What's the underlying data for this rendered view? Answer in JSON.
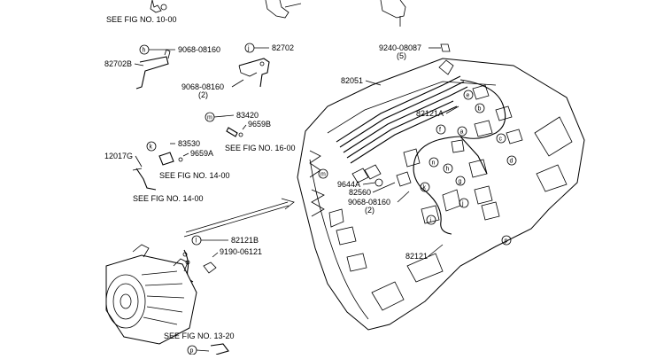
{
  "diagram": {
    "part_labels": {
      "p82702B": "82702B",
      "p9068a": "9068-08160",
      "p82702": "82702",
      "p9068b": "9068-08160",
      "p9068b_q": "(2)",
      "p83420": "83420",
      "p9659B": "9659B",
      "p83530": "83530",
      "p9659A": "9659A",
      "p12017G": "12017G",
      "p82121B": "82121B",
      "p9190": "9190-06121",
      "p9240": "9240-08087",
      "p9240_q": "(5)",
      "p82051": "82051",
      "p82121A": "82121A",
      "p9644A": "9644A",
      "p82560": "82560",
      "p9068c": "9068-08160",
      "p9068c_q": "(2)",
      "p82121": "82121"
    },
    "references": {
      "fig10": "SEE FIG NO. 10-00",
      "fig16": "SEE FIG NO. 16-00",
      "fig14a": "SEE FIG NO. 14-00",
      "fig14b": "SEE FIG NO. 14-00",
      "fig13": "SEE FIG NO.  13-20"
    },
    "callouts": {
      "h": "h",
      "j": "j",
      "m": "m",
      "k": "k",
      "l": "l",
      "n": "n",
      "e": "e",
      "b": "b",
      "f": "f",
      "a": "a",
      "c": "c",
      "d": "d",
      "g": "g",
      "i": "i",
      "p": "p"
    }
  }
}
